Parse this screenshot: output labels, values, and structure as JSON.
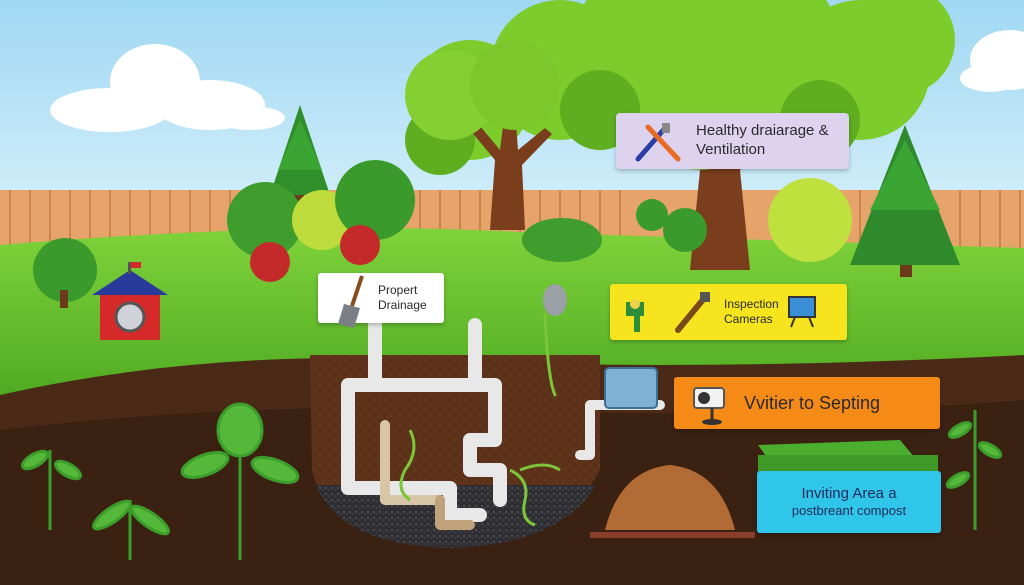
{
  "callouts": {
    "ventilation": {
      "line1": "Healthy draiarage &",
      "line2": "Ventilation",
      "icon": "tools-icon"
    },
    "drainage": {
      "line1": "Propert",
      "line2": "Drainage",
      "icon": "shovel-icon"
    },
    "inspection": {
      "line1": "Inspection",
      "line2": "Cameras",
      "icon": "camera-icon"
    },
    "septic": {
      "label": "Vvitier to Septing",
      "icon": "camera-icon"
    },
    "compost": {
      "line1": "Inviting Area a",
      "line2": "postbreant compost"
    }
  },
  "colors": {
    "sky": "#bfe6f7",
    "grass": "#5cc02e",
    "soil": "#4a2a17",
    "purple_box": "#ddd3ee",
    "yellow_box": "#f6e51e",
    "orange_box": "#f68a16",
    "cyan_box": "#2fc6ea"
  }
}
